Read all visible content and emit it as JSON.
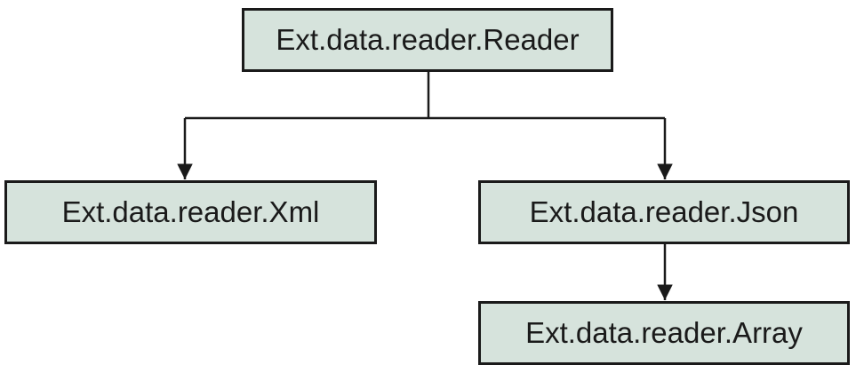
{
  "diagram": {
    "type": "class-hierarchy",
    "colors": {
      "node_fill": "#d6e3dc",
      "node_border": "#1a1a1a",
      "edge": "#1a1a1a"
    },
    "nodes": {
      "reader": "Ext.data.reader.Reader",
      "xml": "Ext.data.reader.Xml",
      "json": "Ext.data.reader.Json",
      "array": "Ext.data.reader.Array"
    },
    "edges": [
      {
        "from": "reader",
        "to": "xml"
      },
      {
        "from": "reader",
        "to": "json"
      },
      {
        "from": "json",
        "to": "array"
      }
    ]
  }
}
